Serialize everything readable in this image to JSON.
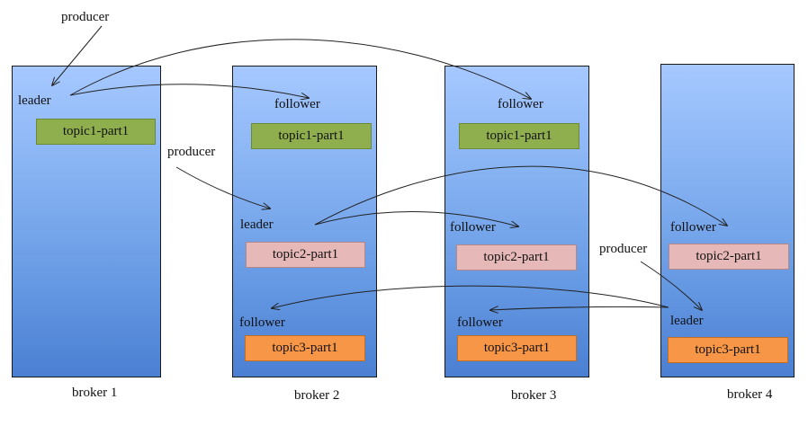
{
  "producer_label": "producer",
  "brokers": [
    {
      "name": "broker 1",
      "leader": "leader",
      "partitions": [
        "topic1-part1"
      ]
    },
    {
      "name": "broker 2",
      "follower1": "follower",
      "leader": "leader",
      "follower2": "follower",
      "partitions": [
        "topic1-part1",
        "topic2-part1",
        "topic3-part1"
      ]
    },
    {
      "name": "broker 3",
      "follower1": "follower",
      "follower2": "follower",
      "follower3": "follower",
      "partitions": [
        "topic1-part1",
        "topic2-part1",
        "topic3-part1"
      ]
    },
    {
      "name": "broker 4",
      "follower1": "follower",
      "leader": "leader",
      "partitions": [
        "topic2-part1",
        "topic3-part1"
      ]
    }
  ],
  "colors": {
    "topic1": "#8fae4e",
    "topic2": "#e6b9b8",
    "topic3": "#f79646",
    "broker": "#6699e3"
  }
}
